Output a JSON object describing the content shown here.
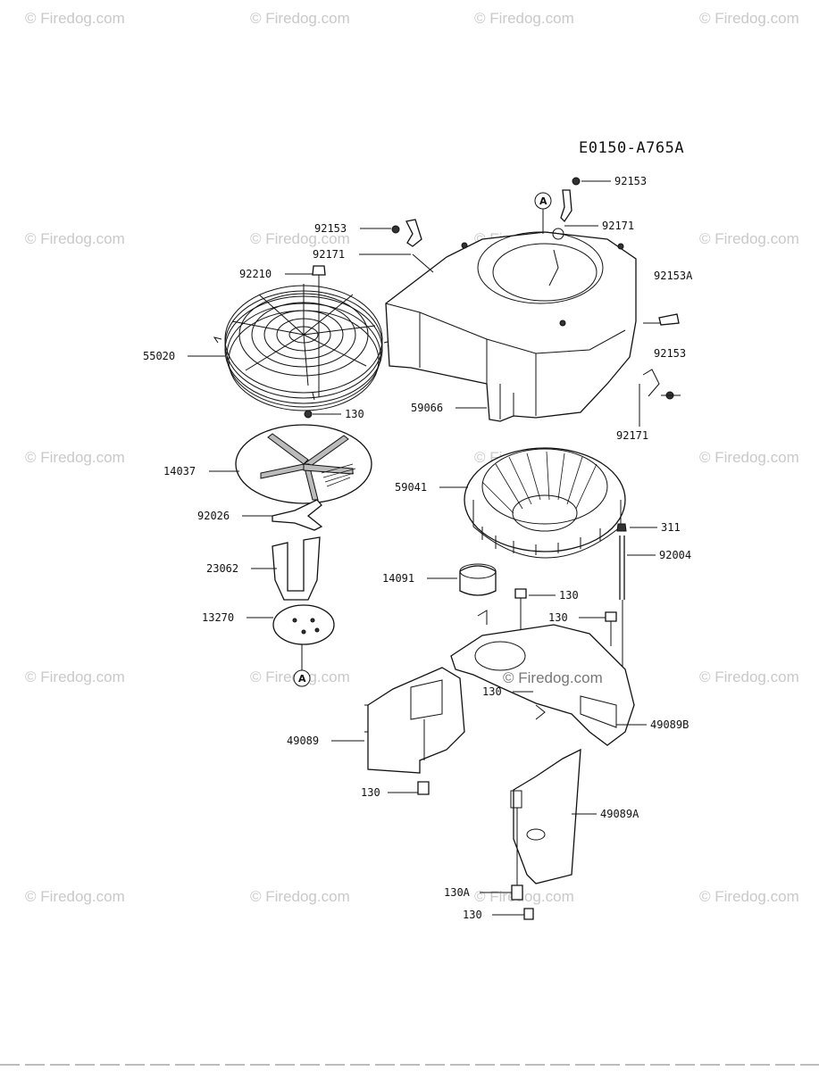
{
  "diagram_code": "E0150-A765A",
  "watermark_text": "© Firedog.com",
  "center_watermark": "© Firedog.com",
  "reference_marker": "A",
  "parts": [
    "92153",
    "92171",
    "92153",
    "92171",
    "92210",
    "92153A",
    "55020",
    "92153",
    "59066",
    "130",
    "92171",
    "14037",
    "59041",
    "92026",
    "311",
    "92004",
    "23062",
    "14091",
    "130",
    "130",
    "13270",
    "130",
    "49089",
    "49089B",
    "130",
    "49089A",
    "130A",
    "130"
  ]
}
